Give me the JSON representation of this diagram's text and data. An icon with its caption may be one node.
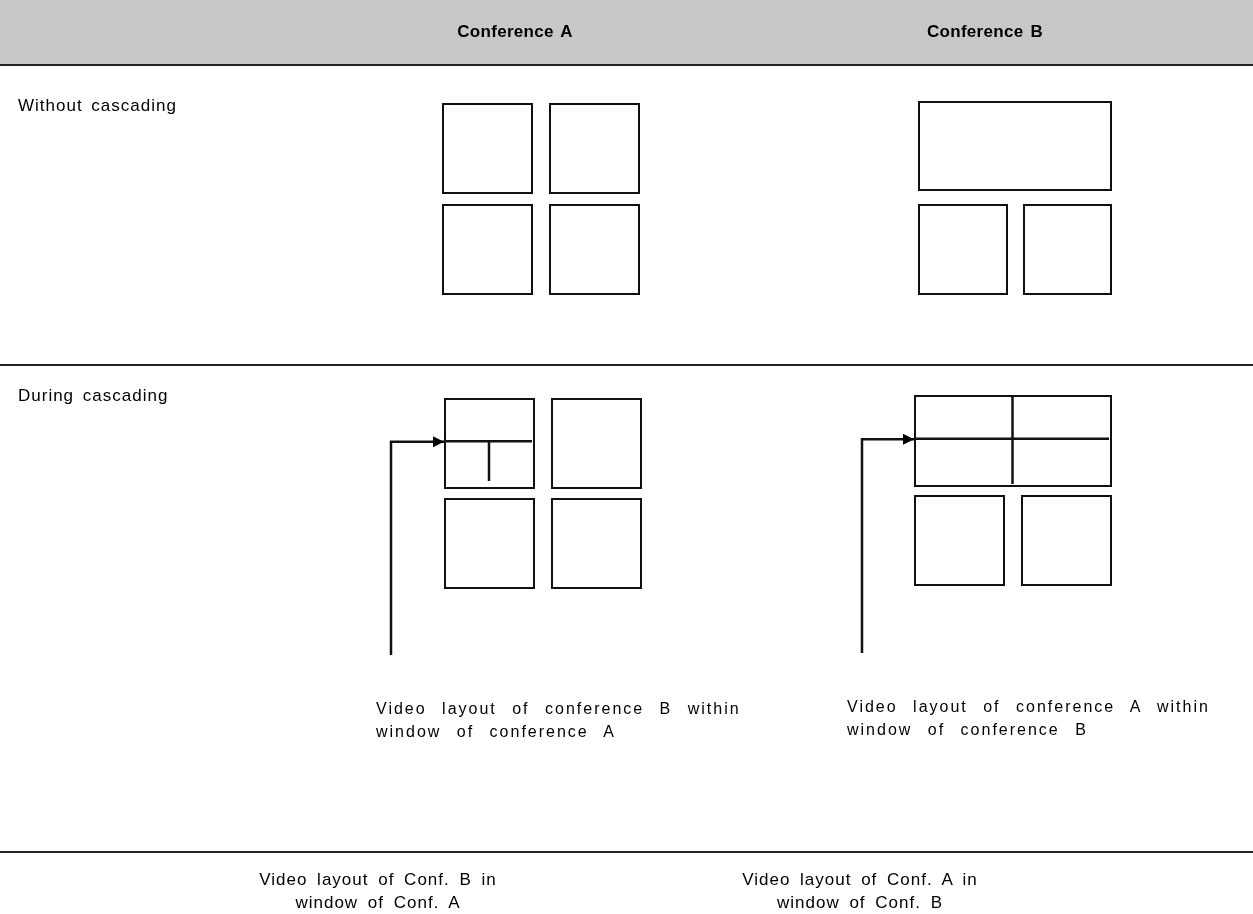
{
  "diagram": {
    "nodes": [
      {
        "text": [],
        "shape": "box"
      },
      {
        "text": [],
        "shape": "box"
      },
      {
        "text": [],
        "shape": "box"
      },
      {
        "text": [],
        "shape": "box"
      },
      {
        "text": [],
        "shape": "box"
      },
      {
        "text": [],
        "shape": "box"
      },
      {
        "text": [],
        "shape": "box"
      },
      {
        "text": [],
        "shape": "box"
      },
      {
        "text": [],
        "shape": "box"
      },
      {
        "text": [],
        "shape": "box"
      },
      {
        "text": [],
        "shape": "box"
      },
      {
        "text": [],
        "shape": "box"
      },
      {
        "text": [],
        "shape": "box"
      },
      {
        "text": [],
        "shape": "box"
      },
      {
        "text": [
          "Video layout of conference B within window of conference A"
        ]
      },
      {
        "text": [
          "Video layout of conference A within window of conference B"
        ]
      }
    ],
    "edges": [
      {
        "from": 14,
        "to": 7,
        "arrow": "to"
      },
      {
        "from": 15,
        "to": 11,
        "arrow": "to"
      }
    ],
    "labels": [
      "Conference A",
      "Conference B",
      "Without cascading",
      "During cascading",
      "Video layout of Conf. B in window of Conf. A",
      "Video layout of Conf. A in window of Conf. B"
    ]
  }
}
